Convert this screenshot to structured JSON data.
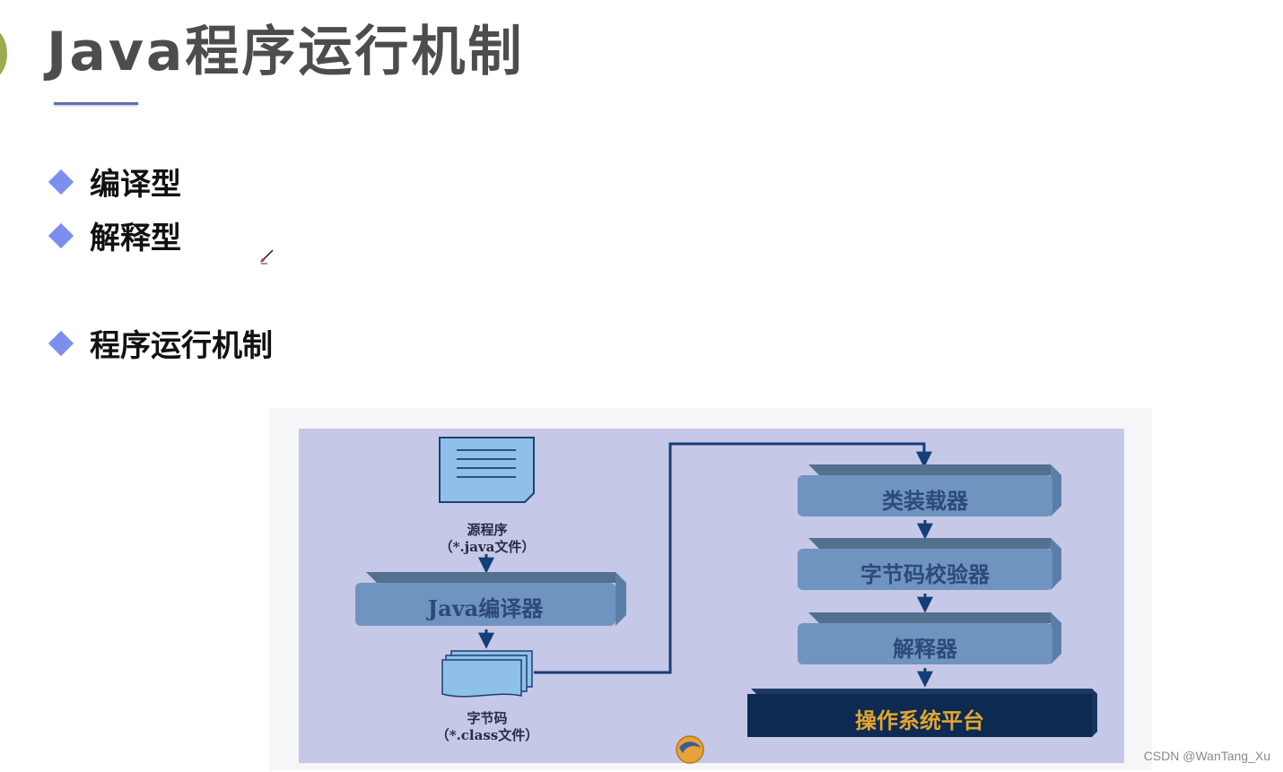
{
  "title": "Java程序运行机制",
  "bullets": [
    {
      "label": "编译型"
    },
    {
      "label": "解释型"
    },
    {
      "label": "程序运行机制"
    }
  ],
  "diagram": {
    "source_caption_1": "源程序",
    "source_caption_2": "（*.java文件）",
    "compiler_label": "Java编译器",
    "bytecode_caption_1": "字节码",
    "bytecode_caption_2": "（*.class文件）",
    "class_loader_label": "类装载器",
    "verifier_label": "字节码校验器",
    "interpreter_label": "解释器",
    "os_label": "操作系统平台"
  },
  "watermark": "CSDN @WanTang_Xu",
  "colors": {
    "title": "#4d4d4d",
    "bullet_diamond": "#7c8ff0",
    "diagram_bg": "#c5c8e6",
    "box": "#6f94bf",
    "os_box": "#0d2a52",
    "os_text": "#e3a630",
    "arrow": "#143e78"
  }
}
